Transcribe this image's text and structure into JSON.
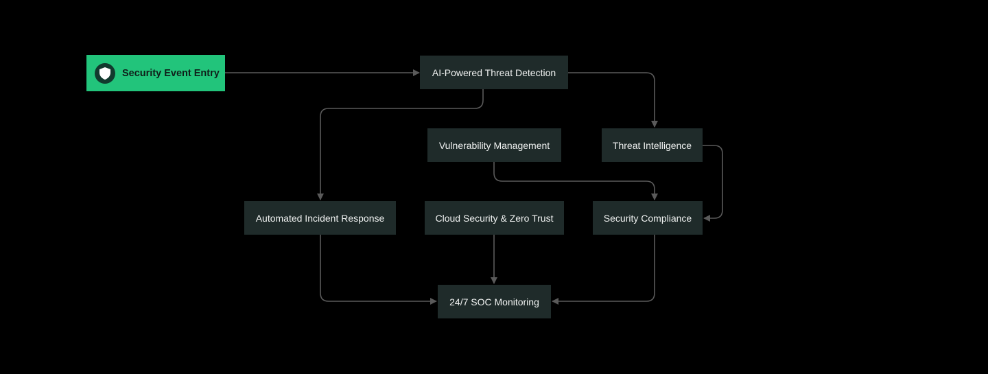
{
  "diagram": {
    "type": "flowchart",
    "colors": {
      "background": "#000000",
      "entry_fill": "#22c47b",
      "entry_icon_bg": "#123a2e",
      "node_fill": "#1f2b2a",
      "node_text": "#f0f2f1",
      "edge": "#5a5a5a"
    },
    "nodes": {
      "entry": {
        "label": "Security Event Entry",
        "icon": "shield-icon"
      },
      "ai": {
        "label": "AI-Powered Threat Detection"
      },
      "vuln": {
        "label": "Vulnerability Management"
      },
      "intel": {
        "label": "Threat Intelligence"
      },
      "air": {
        "label": "Automated Incident Response"
      },
      "cloud": {
        "label": "Cloud Security & Zero Trust"
      },
      "compliance": {
        "label": "Security Compliance"
      },
      "soc": {
        "label": "24/7 SOC Monitoring"
      }
    },
    "edges": [
      {
        "from": "entry",
        "to": "ai"
      },
      {
        "from": "ai",
        "to": "intel"
      },
      {
        "from": "ai",
        "to": "air"
      },
      {
        "from": "vuln",
        "to": "compliance"
      },
      {
        "from": "intel",
        "to": "compliance"
      },
      {
        "from": "air",
        "to": "soc"
      },
      {
        "from": "cloud",
        "to": "soc"
      },
      {
        "from": "compliance",
        "to": "soc"
      }
    ]
  }
}
